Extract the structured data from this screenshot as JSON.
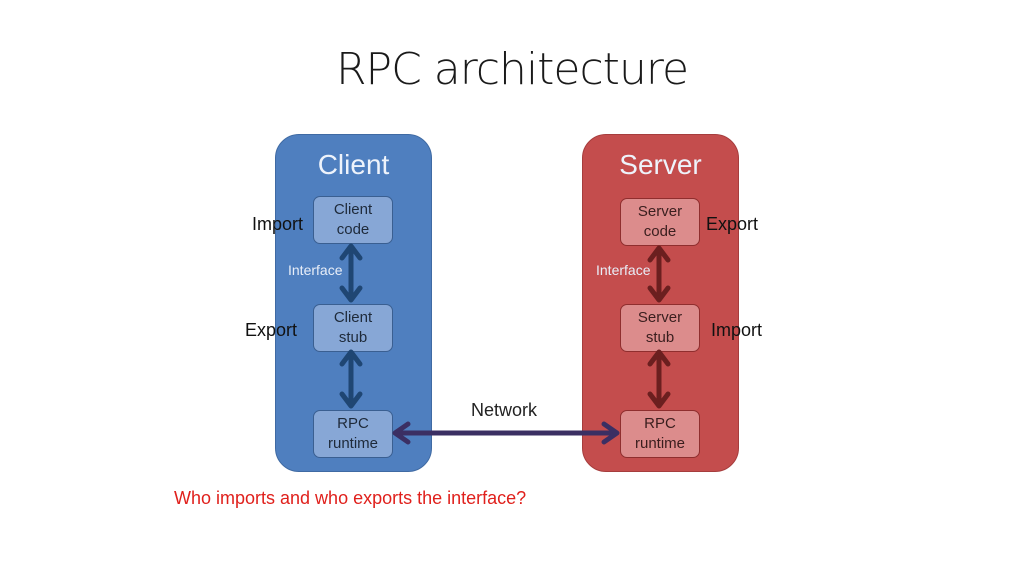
{
  "title": "RPC architecture",
  "client": {
    "title": "Client",
    "boxes": [
      {
        "line1": "Client",
        "line2": "code"
      },
      {
        "line1": "Client",
        "line2": "stub"
      },
      {
        "line1": "RPC",
        "line2": "runtime"
      }
    ],
    "interface_label": "Interface",
    "side_labels": {
      "code": "Import",
      "stub": "Export"
    },
    "color": "#4f7fbf"
  },
  "server": {
    "title": "Server",
    "boxes": [
      {
        "line1": "Server",
        "line2": "code"
      },
      {
        "line1": "Server",
        "line2": "stub"
      },
      {
        "line1": "RPC",
        "line2": "runtime"
      }
    ],
    "interface_label": "Interface",
    "side_labels": {
      "code": "Export",
      "stub": "Import"
    },
    "color": "#c44d4d"
  },
  "network_label": "Network",
  "question": "Who imports and who exports the interface?",
  "question_color": "#e0201c"
}
